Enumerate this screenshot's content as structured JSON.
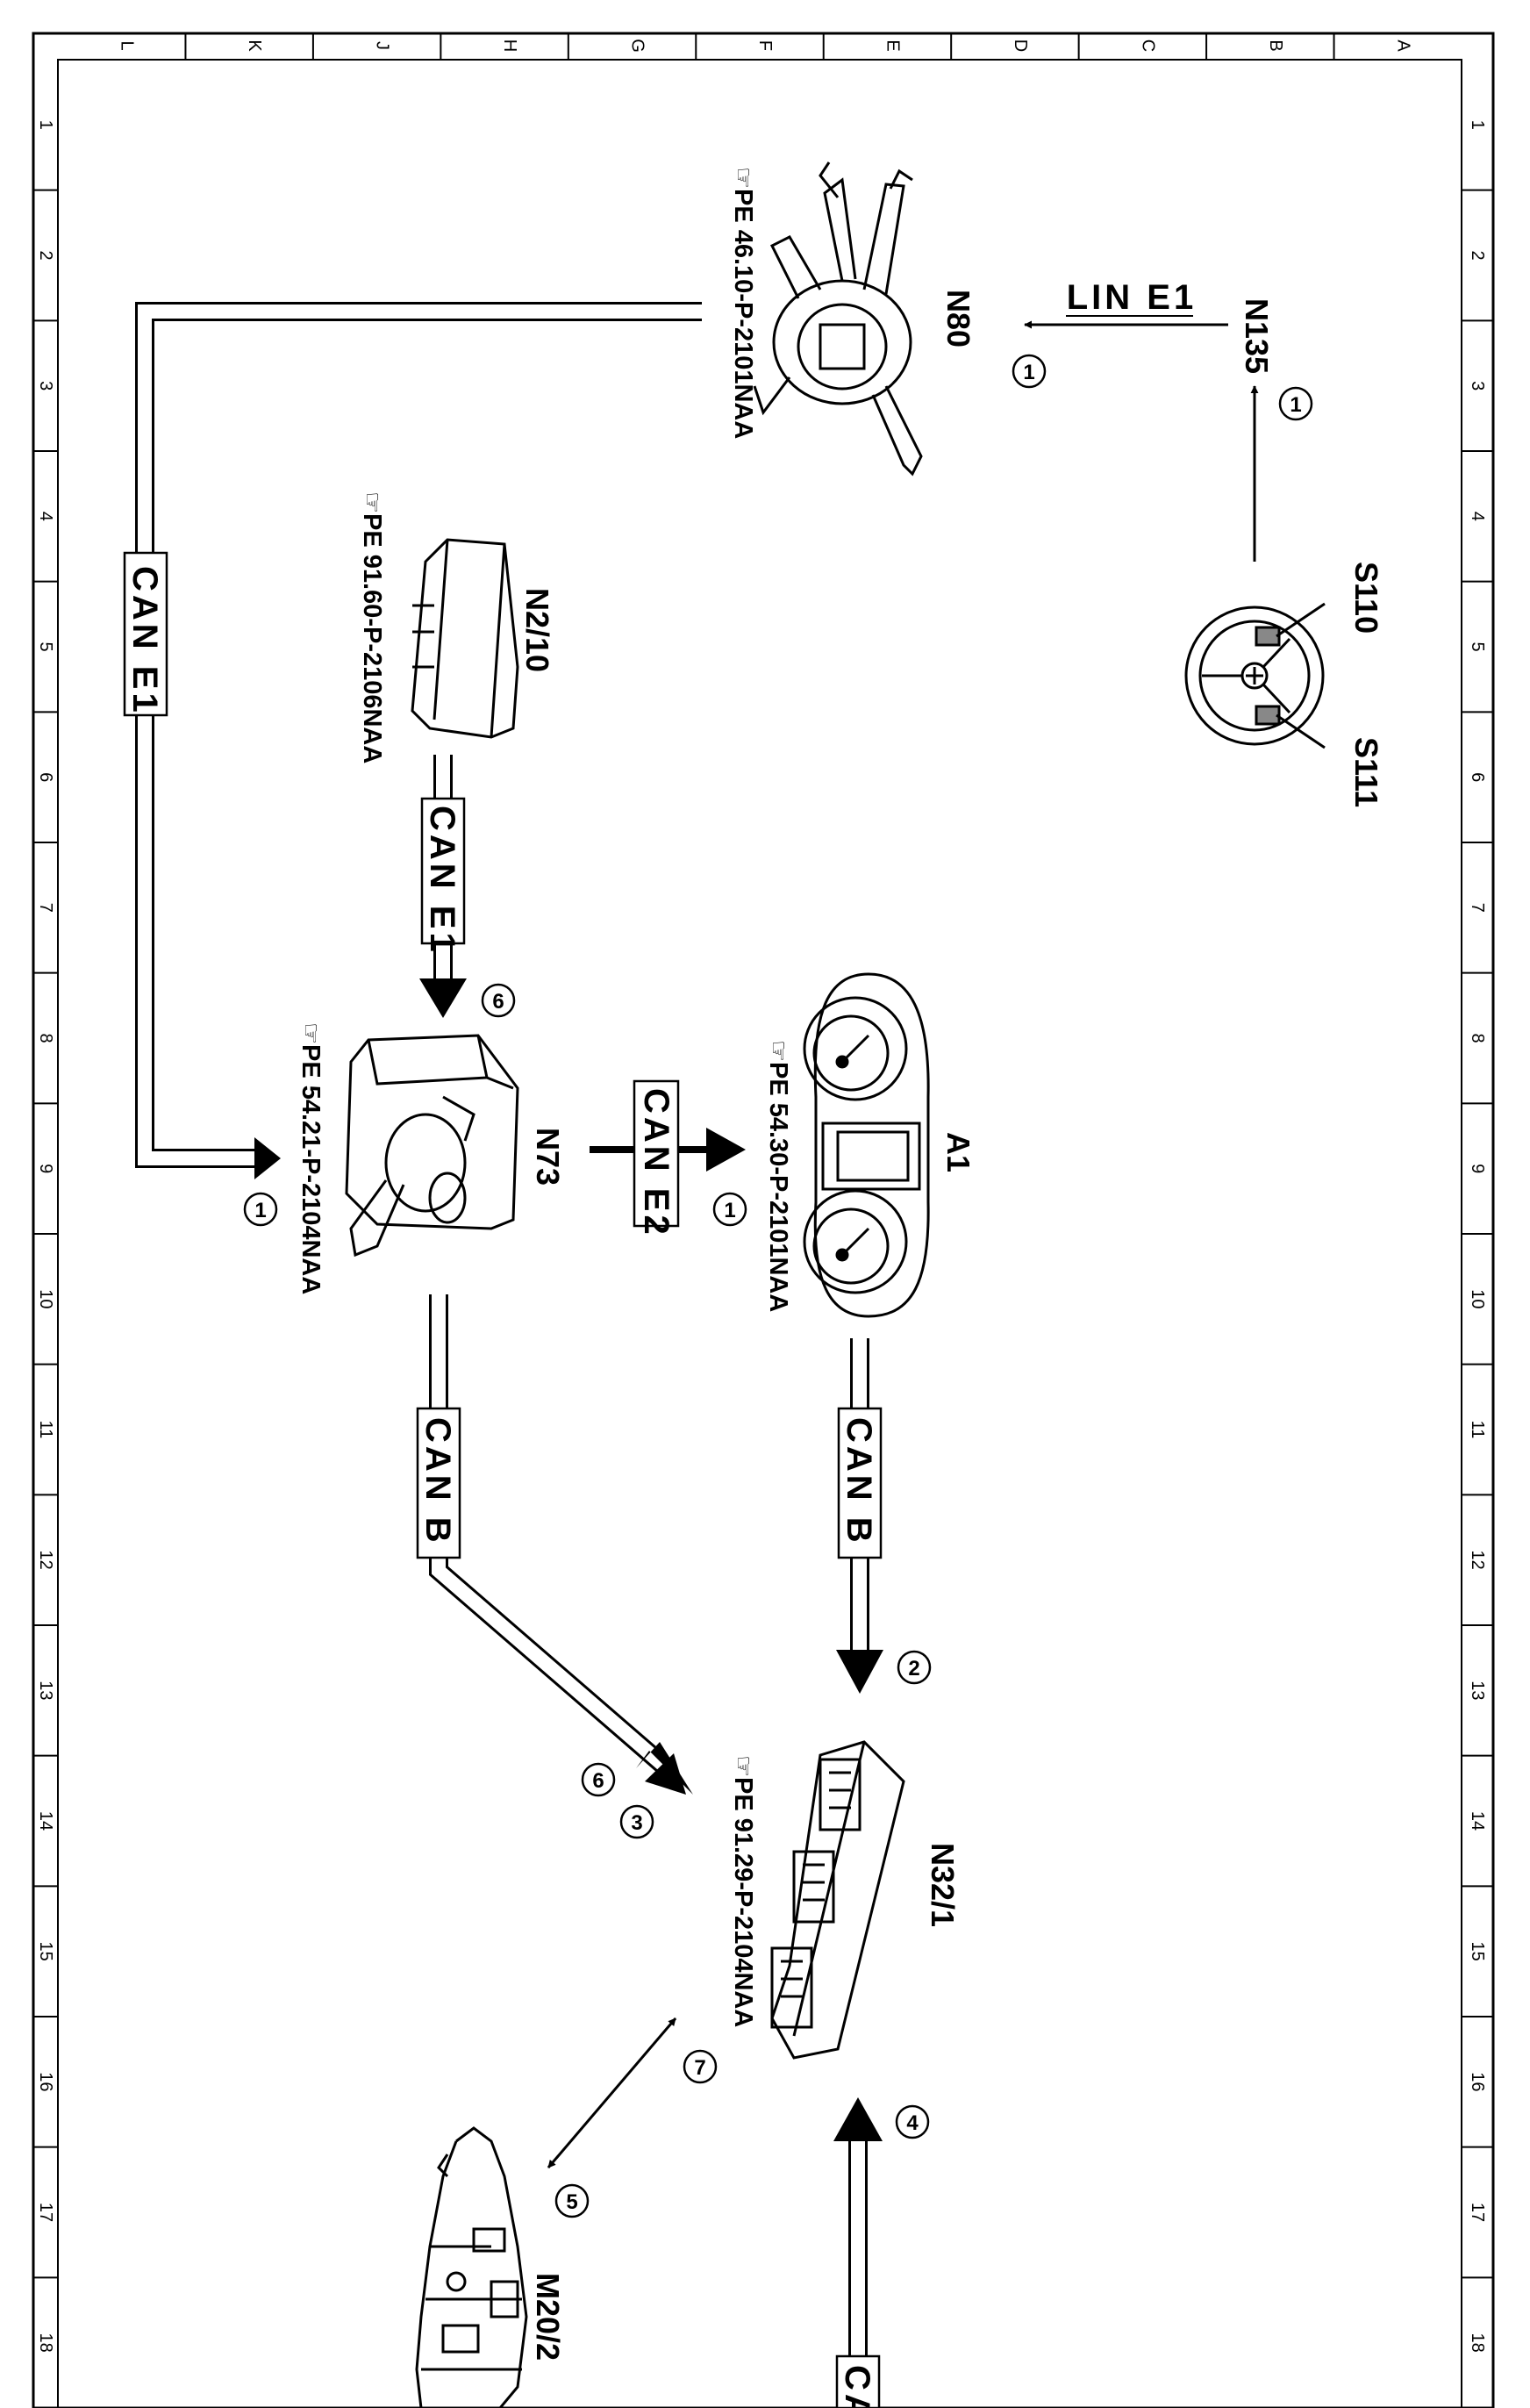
{
  "frame": {
    "columns": [
      "L",
      "K",
      "J",
      "H",
      "G",
      "F",
      "E",
      "D",
      "C",
      "B",
      "A"
    ],
    "rows": [
      "1",
      "2",
      "3",
      "4",
      "5",
      "6",
      "7",
      "8",
      "9",
      "10",
      "11",
      "12",
      "13",
      "14",
      "15",
      "16",
      "17",
      "18"
    ]
  },
  "components": {
    "n80": "N80",
    "n135": "N135",
    "s110": "S110",
    "s111": "S111",
    "n2_10": "N2/10",
    "n73": "N73",
    "a1": "A1",
    "n32_1": "N32/1",
    "m20_2": "M20/2"
  },
  "references": {
    "n80": "PE 46.10-P-2101NAA",
    "n2_10": "PE 91.60-P-2106NAA",
    "n73": "PE 54.21-P-2104NAA",
    "a1": "PE 54.30-P-2101NAA",
    "n32_1": "PE 91.29-P-2104NAA"
  },
  "buses": {
    "lin_e1": "LIN E1",
    "can_e1_main": "CAN E1",
    "can_e1_n2": "CAN E1",
    "can_e2": "CAN E2",
    "can_b_n73": "CAN B",
    "can_b_a1": "CAN B",
    "can_bottom": "CA"
  },
  "callouts": {
    "c_n135": "1",
    "c_n80": "1",
    "c_n2_n73": "6",
    "c_n80_n73": "1",
    "c_n73_a1": "1",
    "c_a1_n32": "2",
    "c_n73_n32_a": "3",
    "c_n73_n32_b": "6",
    "c_bottom_n32": "4",
    "c_m20_a": "7",
    "c_m20_b": "5"
  },
  "colors": {
    "ink": "#000000",
    "paper": "#ffffff"
  }
}
